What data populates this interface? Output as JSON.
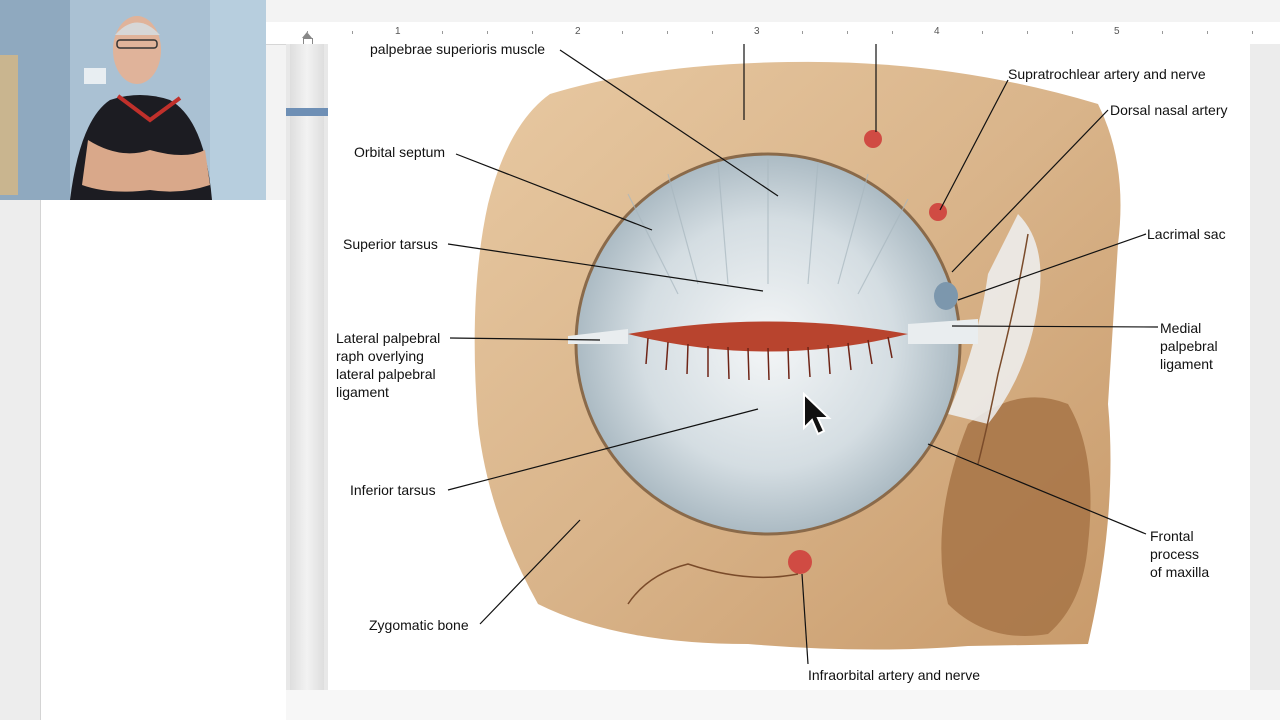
{
  "ruler": {
    "numbers": [
      "1",
      "2",
      "3",
      "4",
      "5"
    ]
  },
  "figure": {
    "labels": {
      "levator": "palpebrae superioris muscle",
      "orbital_septum": "Orbital septum",
      "superior_tarsus": "Superior tarsus",
      "lateral_raphe": "Lateral palpebral\nraph     overlying\nlateral palpebral\nligament",
      "inferior_tarsus": "Inferior tarsus",
      "zygomatic_bone": "Zygomatic bone",
      "supratrochlear": "Supratrochlear artery and nerve",
      "dorsal_nasal": "Dorsal nasal artery",
      "lacrimal_sac": "Lacrimal sac",
      "medial_ligament": "Medial\npalpebral\nligament",
      "frontal_process": "Frontal\nprocess\nof maxilla",
      "infraorbital": "Infraorbital artery and nerve"
    }
  },
  "webcam": {
    "icon": "presenter-video"
  },
  "colors": {
    "bone": "#d9b48a",
    "septum": "#c9d2d6",
    "page": "#ffffff",
    "ruler_bg": "#ffffff"
  }
}
